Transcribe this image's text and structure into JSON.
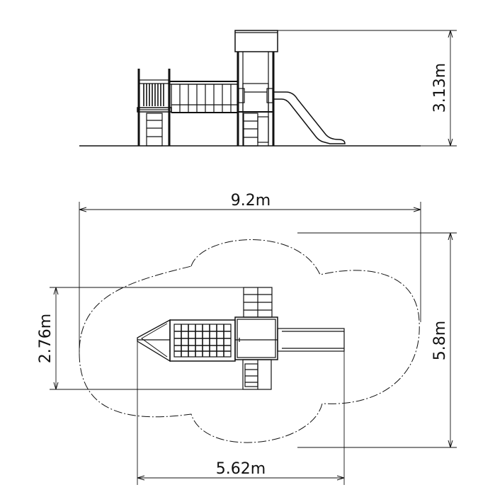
{
  "dimensions": {
    "height": "3.13m",
    "length": "9.2m",
    "width": "5.8m",
    "depth": "2.76m",
    "structure_length": "5.62m"
  }
}
